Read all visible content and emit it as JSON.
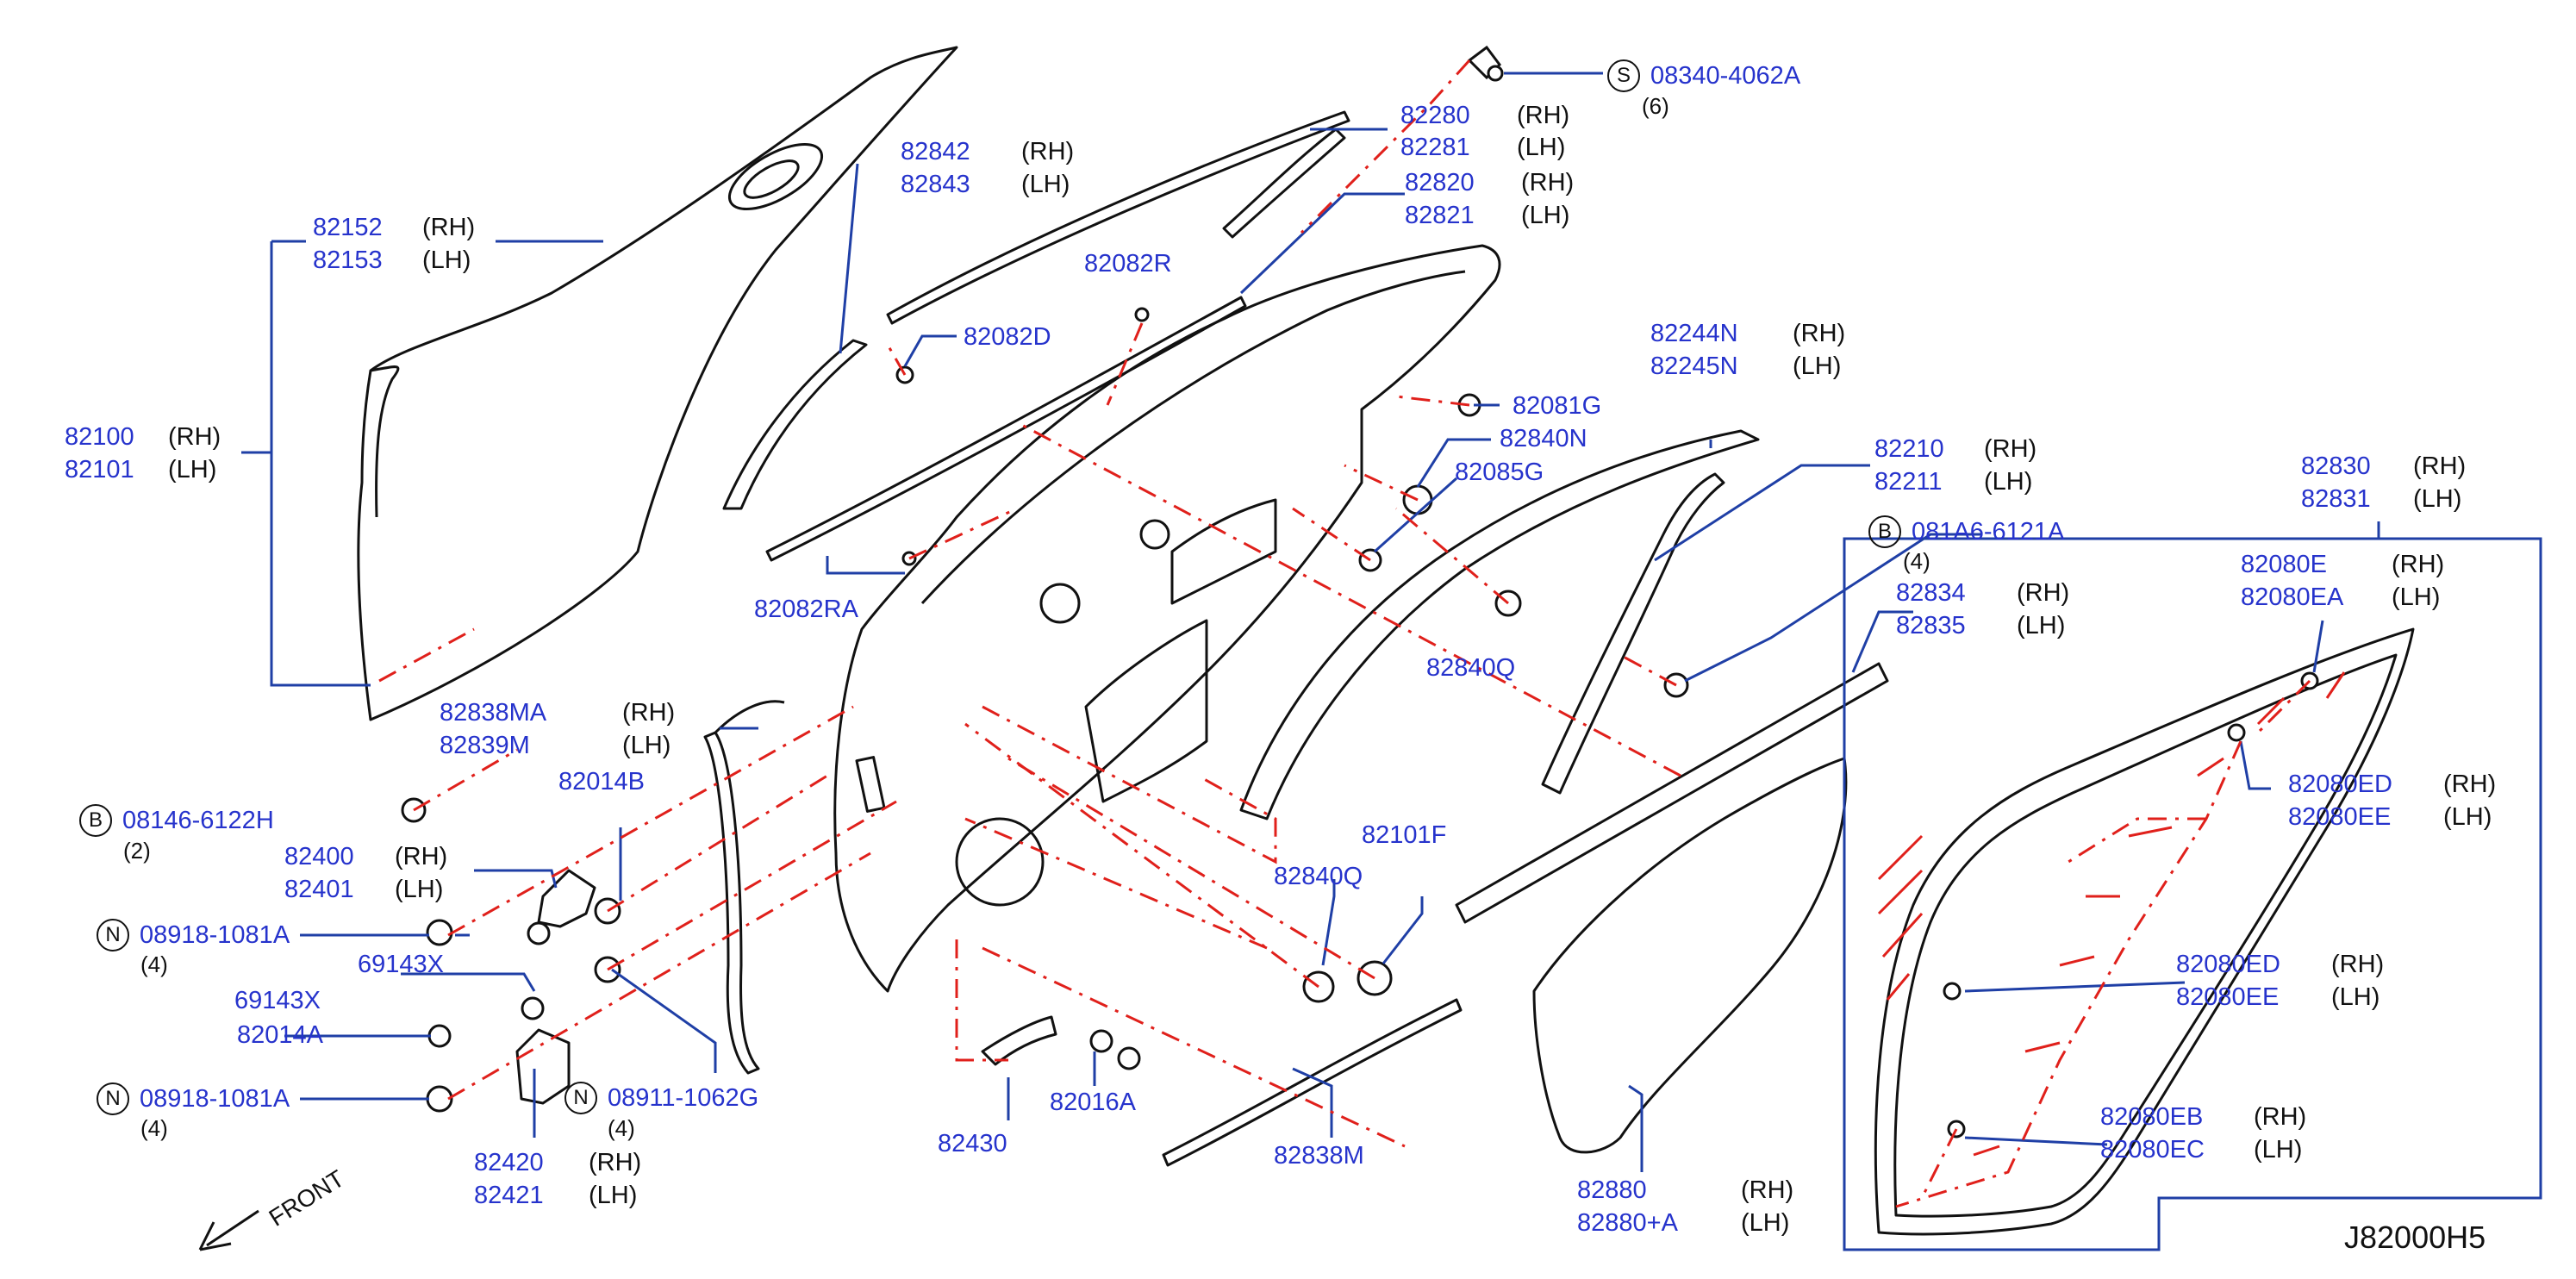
{
  "diagram_code": "J82000H5",
  "front_label": "FRONT",
  "colors": {
    "part_number": "#2633cc",
    "leader_line": "#1f3fa6",
    "dash_line": "#e0201b",
    "outline": "#111111"
  },
  "parts": [
    {
      "number": "82152",
      "side": "(RH)"
    },
    {
      "number": "82153",
      "side": "(LH)"
    },
    {
      "number": "82100",
      "side": "(RH)"
    },
    {
      "number": "82101",
      "side": "(LH)"
    },
    {
      "number": "82842",
      "side": "(RH)"
    },
    {
      "number": "82843",
      "side": "(LH)"
    },
    {
      "number": "82280",
      "side": "(RH)"
    },
    {
      "number": "82281",
      "side": "(LH)"
    },
    {
      "number": "82820",
      "side": "(RH)"
    },
    {
      "number": "82821",
      "side": "(LH)"
    },
    {
      "number": "82082R",
      "side": ""
    },
    {
      "number": "82082D",
      "side": ""
    },
    {
      "number": "82081G",
      "side": ""
    },
    {
      "number": "82840N",
      "side": ""
    },
    {
      "number": "82085G",
      "side": ""
    },
    {
      "number": "82082RA",
      "side": ""
    },
    {
      "number": "82244N",
      "side": "(RH)"
    },
    {
      "number": "82245N",
      "side": "(LH)"
    },
    {
      "number": "82210",
      "side": "(RH)"
    },
    {
      "number": "82211",
      "side": "(LH)"
    },
    {
      "number": "82830",
      "side": "(RH)"
    },
    {
      "number": "82831",
      "side": "(LH)"
    },
    {
      "number": "82080E",
      "side": "(RH)"
    },
    {
      "number": "82080EA",
      "side": "(LH)"
    },
    {
      "number": "82834",
      "side": "(RH)"
    },
    {
      "number": "82835",
      "side": "(LH)"
    },
    {
      "number": "82840Q",
      "side": ""
    },
    {
      "number": "82838MA",
      "side": "(RH)"
    },
    {
      "number": "82839M",
      "side": "(LH)"
    },
    {
      "number": "82014B",
      "side": ""
    },
    {
      "number": "82400",
      "side": "(RH)"
    },
    {
      "number": "82401",
      "side": "(LH)"
    },
    {
      "number": "69143X",
      "side": ""
    },
    {
      "number": "82014A",
      "side": ""
    },
    {
      "number": "82420",
      "side": "(RH)"
    },
    {
      "number": "82421",
      "side": "(LH)"
    },
    {
      "number": "82430",
      "side": ""
    },
    {
      "number": "82016A",
      "side": ""
    },
    {
      "number": "82838M",
      "side": ""
    },
    {
      "number": "82101F",
      "side": ""
    },
    {
      "number": "82880",
      "side": "(RH)"
    },
    {
      "number": "82880+A",
      "side": "(LH)"
    },
    {
      "number": "82080ED",
      "side": "(RH)"
    },
    {
      "number": "82080EE",
      "side": "(LH)"
    },
    {
      "number": "82080EB",
      "side": "(RH)"
    },
    {
      "number": "82080EC",
      "side": "(LH)"
    }
  ],
  "fasteners": [
    {
      "badge": "S",
      "number": "08340-4062A",
      "qty": "(6)"
    },
    {
      "badge": "B",
      "number": "081A6-6121A",
      "qty": "(4)"
    },
    {
      "badge": "B",
      "number": "08146-6122H",
      "qty": "(2)"
    },
    {
      "badge": "N",
      "number": "08918-1081A",
      "qty": "(4)"
    },
    {
      "badge": "N",
      "number": "08911-1062G",
      "qty": "(4)"
    },
    {
      "badge": "N",
      "number": "08918-1081A",
      "qty": "(4)"
    }
  ]
}
